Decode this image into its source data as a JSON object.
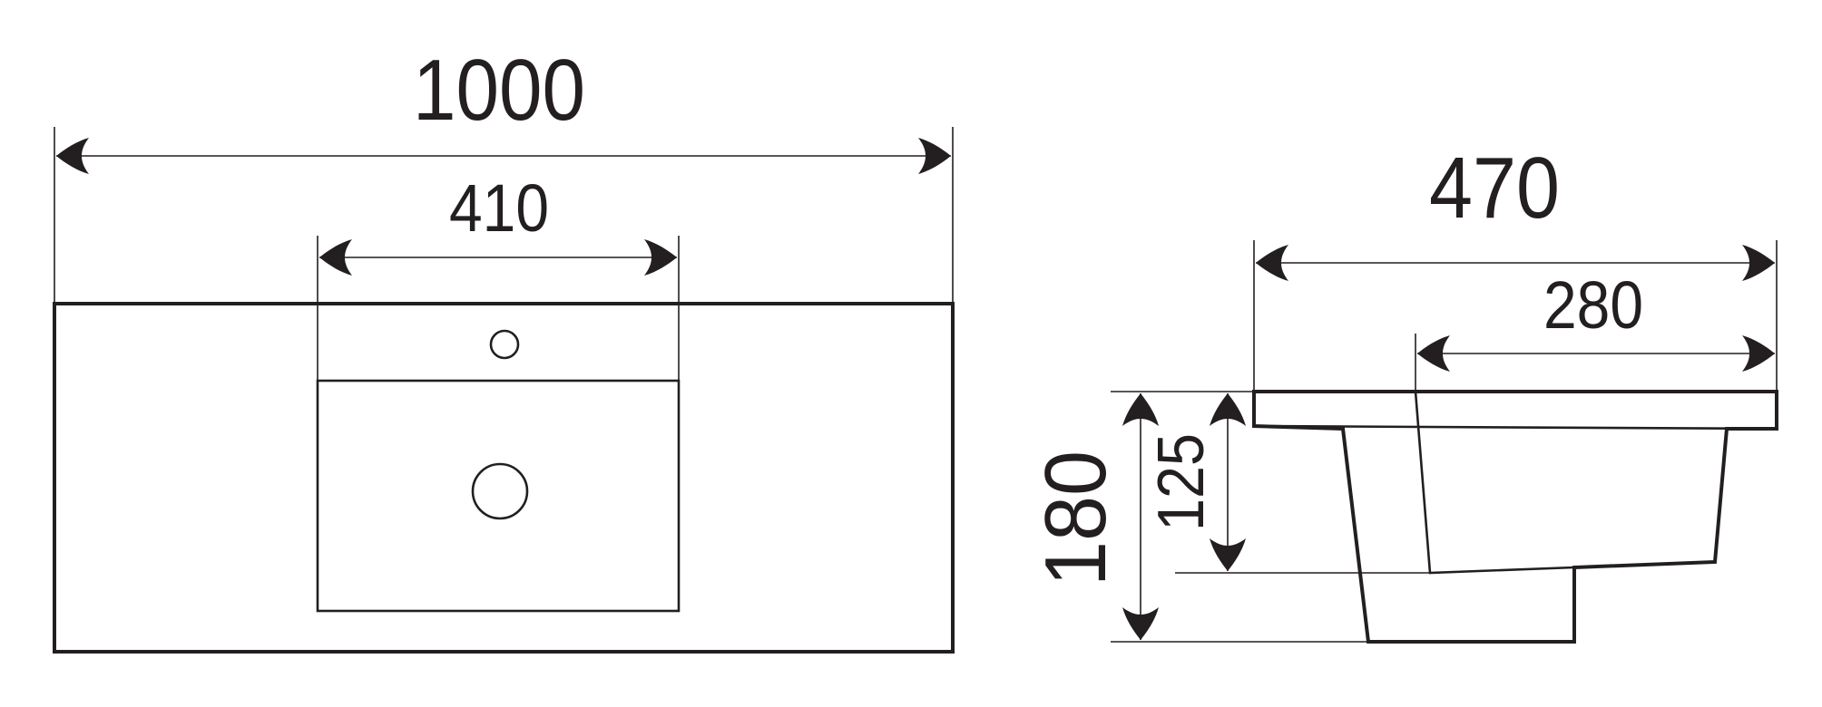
{
  "drawing": {
    "top_view": {
      "overall_width": "1000",
      "basin_width": "410"
    },
    "side_view": {
      "overall_depth": "470",
      "basin_depth": "280",
      "overall_height": "180",
      "basin_height": "125"
    },
    "colors": {
      "line": "#231f20",
      "background": "#ffffff"
    }
  }
}
